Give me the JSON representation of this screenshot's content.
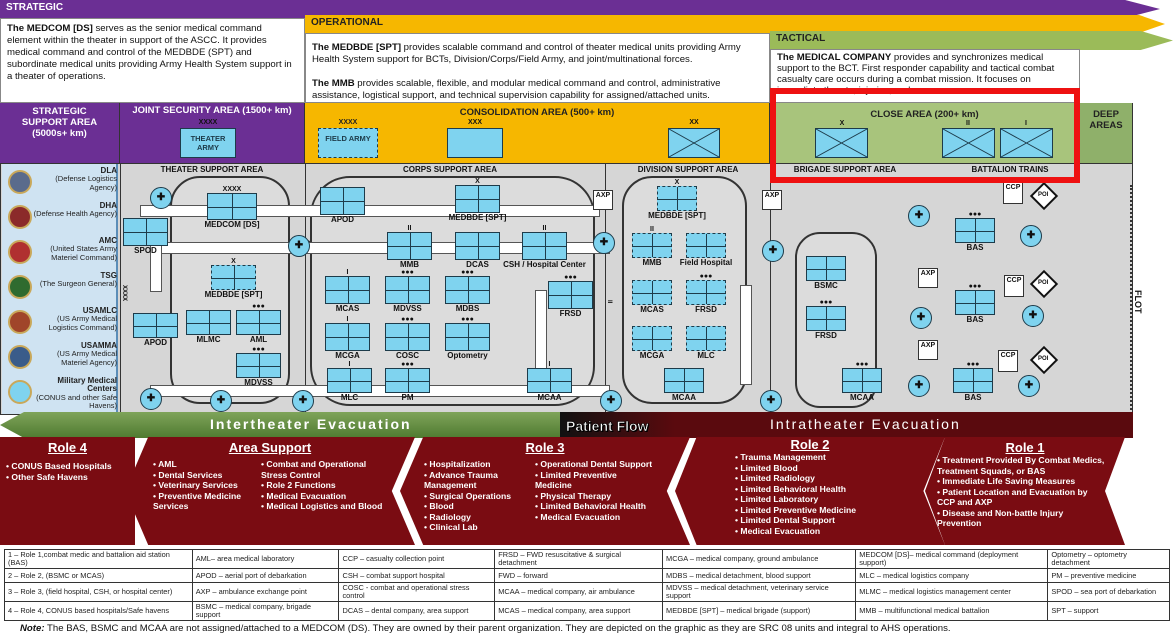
{
  "bands": {
    "strategic": {
      "title": "STRATEGIC",
      "bold": "The MEDCOM [DS]",
      "text": " serves as the senior medical command element within the theater in support of the ASCC. It provides medical command and control of the MEDBDE (SPT) and subordinate medical units providing Army Health System support in a theater of operations."
    },
    "operational": {
      "title": "OPERATIONAL",
      "bold1": "The MEDBDE [SPT]",
      "text1": "  provides scalable command and control of theater medical units providing Army Health System support for BCTs, Division/Corps/Field Army, and joint/multinational forces.",
      "bold2": "The MMB",
      "text2": " provides scalable, flexible, and modular medical command and control, administrative assistance, logistical support, and technical supervision capability for assigned/attached units."
    },
    "tactical": {
      "title": "TACTICAL",
      "bold": "The MEDICAL COMPANY",
      "text": " provides and synchronizes medical support to the BCT.  First responder capability and tactical combat casualty care occurs during a combat mission. It focuses on immediate threats, injuries, and"
    }
  },
  "areas": {
    "strategic_support": "STRATEGIC SUPPORT AREA (5000s+ km)",
    "joint_security": "JOINT SECURITY AREA (1500+ km)",
    "consolidation": "CONSOLIDATION AREA (500+ km)",
    "close": "CLOSE AREA (200+ km)",
    "deep": "DEEP AREAS",
    "theater_army": {
      "echelon": "XXXX",
      "label": "THEATER ARMY"
    },
    "field_army": {
      "echelon": "XXXX",
      "label": "FIELD ARMY"
    },
    "corps": {
      "echelon": "XXX"
    },
    "division": {
      "echelon": "XX"
    },
    "brigade": {
      "echelon": "X"
    },
    "battalion": {
      "echelon": "II"
    },
    "company": {
      "echelon": "I"
    },
    "theater_support": "THEATER SUPPORT AREA",
    "corps_support": "CORPS SUPPORT AREA",
    "division_support": "DIVISION SUPPORT AREA",
    "brigade_support": "BRIGADE SUPPORT AREA",
    "battalion_trains": "BATTALION TRAINS"
  },
  "agencies": [
    {
      "name": "DLA",
      "desc": "(Defense Logistics Agency)",
      "color": "#5a6b8c"
    },
    {
      "name": "DHA",
      "desc": "(Defense Health Agency)",
      "color": "#8b2a2a"
    },
    {
      "name": "AMC",
      "desc": "(United States Army Materiel Command)",
      "color": "#b03030"
    },
    {
      "name": "TSG",
      "desc": "(The Surgeon General)",
      "color": "#2f6b2f"
    },
    {
      "name": "USAMLC",
      "desc": "(US Army Medical Logistics Command)",
      "color": "#a0452a"
    },
    {
      "name": "USAMMA",
      "desc": "(US Army Medical Materiel Agency)",
      "color": "#3a5c8a"
    },
    {
      "name": "Military Medical Centers",
      "desc": "(CONUS and other Safe Havens)",
      "color": "#7fd3ef"
    }
  ],
  "units": [
    {
      "label": "MEDCOM [DS]",
      "ech": "XXXX"
    },
    {
      "label": "SPOD",
      "ech": ""
    },
    {
      "label": "MEDBDE [SPT]",
      "ech": "X",
      "dashed": true
    },
    {
      "label": "MLMC",
      "ech": ""
    },
    {
      "label": "AML",
      "ech": "●●●"
    },
    {
      "label": "MDVSS",
      "ech": "●●●"
    },
    {
      "label": "APOD",
      "ech": ""
    },
    {
      "label": "APOD",
      "ech": ""
    },
    {
      "label": "MEDBDE [SPT]",
      "ech": "X"
    },
    {
      "label": "MMB",
      "ech": "II"
    },
    {
      "label": "DCAS",
      "ech": ""
    },
    {
      "label": "CSH / Hospital Center",
      "ech": "II"
    },
    {
      "label": "MCAS",
      "ech": "I"
    },
    {
      "label": "MDVSS",
      "ech": "●●●"
    },
    {
      "label": "MDBS",
      "ech": "●●●"
    },
    {
      "label": "FRSD",
      "ech": "●●●"
    },
    {
      "label": "MCGA",
      "ech": "I"
    },
    {
      "label": "COSC",
      "ech": "●●●"
    },
    {
      "label": "Optometry",
      "ech": "●●●"
    },
    {
      "label": "MLC",
      "ech": "I"
    },
    {
      "label": "PM",
      "ech": "●●●"
    },
    {
      "label": "MCAA",
      "ech": "I"
    },
    {
      "label": "MEDBDE [SPT]",
      "ech": "X",
      "dashed": true
    },
    {
      "label": "MMB",
      "ech": "II",
      "dashed": true
    },
    {
      "label": "Field Hospital",
      "ech": "",
      "dashed": true
    },
    {
      "label": "MCAS",
      "ech": "",
      "dashed": true
    },
    {
      "label": "FRSD",
      "ech": "●●●",
      "dashed": true
    },
    {
      "label": "MCGA",
      "ech": "",
      "dashed": true
    },
    {
      "label": "MLC",
      "ech": "",
      "dashed": true
    },
    {
      "label": "MCAA",
      "ech": ""
    },
    {
      "label": "BSMC",
      "ech": ""
    },
    {
      "label": "FRSD",
      "ech": "●●●"
    },
    {
      "label": "MCAA",
      "ech": "●●●"
    },
    {
      "label": "BAS",
      "ech": "●●●"
    },
    {
      "label": "BAS",
      "ech": "●●●"
    },
    {
      "label": "BAS",
      "ech": "●●●"
    }
  ],
  "markers": {
    "axp": "AXP",
    "ccp": "CCP",
    "poi": "POI",
    "flot": "FLOT",
    "boundary_xxxx": "XXXX",
    "boundary_xx": "XX",
    "boundary_ii": "II"
  },
  "evacuation": {
    "inter": "Intertheater Evacuation",
    "flow": "Patient Flow",
    "intra": "Intratheater Evacuation"
  },
  "roles": [
    {
      "title": "Role 4",
      "items": [
        "CONUS Based Hospitals",
        "Other Safe Havens"
      ]
    },
    {
      "title": "Area Support",
      "col1": [
        "AML",
        "Dental Services",
        "Veterinary Services",
        "Preventive Medicine Services"
      ],
      "col2": [
        "Combat and Operational Stress Control",
        "Role 2 Functions",
        "Medical Evacuation",
        "Medical Logistics and Blood"
      ]
    },
    {
      "title": "Role 3",
      "col1": [
        "Hospitalization",
        "Advance Trauma Management",
        "Surgical Operations",
        "Blood",
        "Radiology",
        "Clinical Lab"
      ],
      "col2": [
        "Operational Dental Support",
        "Limited Preventive Medicine",
        "Physical Therapy",
        "Limited Behavioral Health",
        "Medical Evacuation"
      ]
    },
    {
      "title": "Role 2",
      "items": [
        "Trauma Management",
        "Limited Blood",
        "Limited Radiology",
        "Limited Behavioral Health",
        "Limited Laboratory",
        "Limited Preventive Medicine",
        "Limited Dental Support",
        "Medical Evacuation"
      ]
    },
    {
      "title": "Role 1",
      "items": [
        "Treatment Provided By Combat Medics, Treatment Squads, or BAS",
        "Immediate Life Saving Measures",
        "Patient Location and Evacuation by CCP and AXP",
        "Disease and Non-battle Injury Prevention"
      ]
    }
  ],
  "legend": [
    [
      "1 – Role 1,combat medic and battalion aid station (BAS)",
      "AML– area medical laboratory",
      "CCP – casualty collection point",
      "FRSD – FWD resuscitative & surgical detachment",
      "MCGA – medical company, ground ambulance",
      "MEDCOM [DS]– medical command (deployment support)",
      "Optometry – optometry detachment"
    ],
    [
      "2 – Role 2, (BSMC or MCAS)",
      "APOD – aerial port of debarkation",
      "CSH – combat support hospital",
      "FWD – forward",
      "MDBS – medical detachment, blood support",
      "MLC – medical logistics company",
      "PM – preventive medicine"
    ],
    [
      "3 – Role 3, (field hospital, CSH, or hospital center)",
      "AXP – ambulance exchange point",
      "COSC - combat and operational stress control",
      "MCAA – medical company, air ambulance",
      "MDVSS – medical detachment, veterinary service support",
      "MLMC – medical logistics management center",
      "SPOD – sea port of debarkation"
    ],
    [
      "4 – Role 4, CONUS based hospitals/Safe havens",
      "BSMC – medical company, brigade support",
      "DCAS – dental company, area support",
      "MCAS – medical company, area support",
      "MEDBDE [SPT] – medical brigade (support)",
      "MMB – multifunctional medical battalion",
      "SPT – support"
    ]
  ],
  "note": {
    "label": "Note:",
    "text": " The BAS, BSMC and MCAA are not assigned/attached to a MEDCOM (DS).  They are owned by their parent organization.  They are depicted on the graphic as they are SRC 08 units and integral to AHS operations."
  },
  "colors": {
    "strategic": "#6b2f94",
    "operational": "#f6b700",
    "tactical": "#9bbb59",
    "role": "#7a0c12",
    "unit": "#7fd3ef",
    "highlight": "#ee1111"
  }
}
